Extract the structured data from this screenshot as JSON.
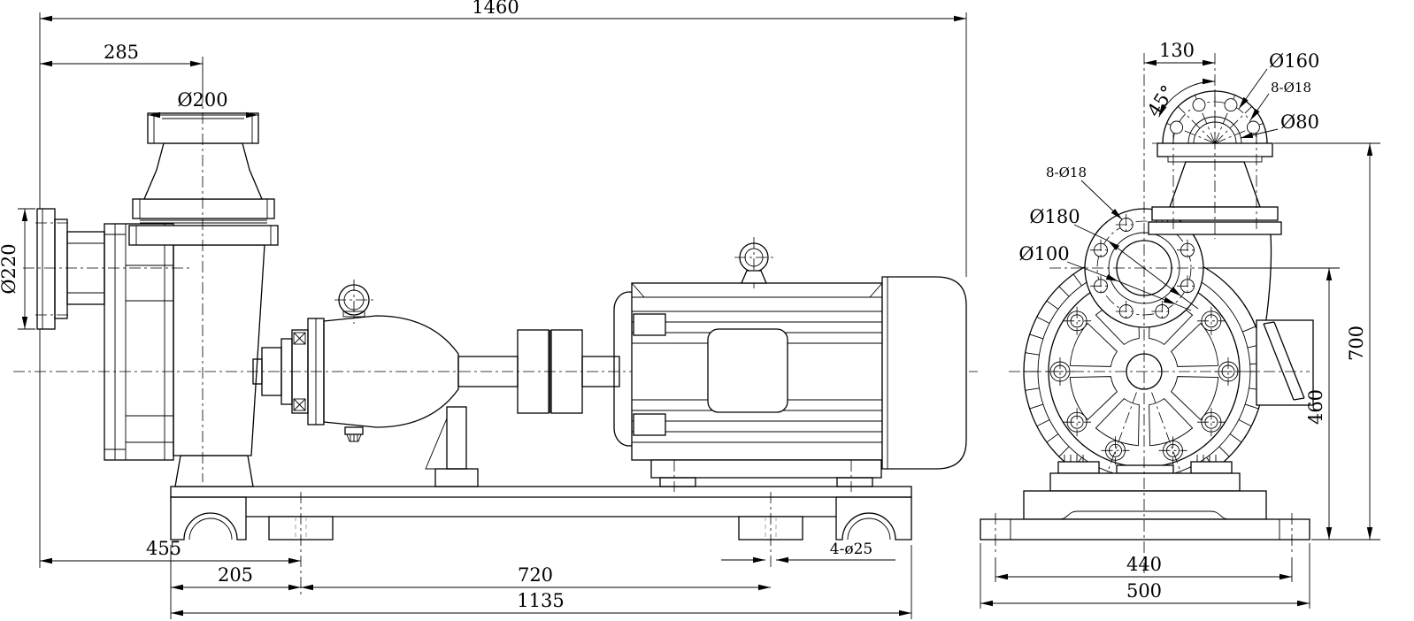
{
  "drawing": {
    "kind": "pump-outline-dimensional-drawing",
    "line_color": "#000000",
    "background_color": "#ffffff",
    "side_view": {
      "overall_length": "1460",
      "flange_to_discharge": "285",
      "discharge_flange_dia": "Ø200",
      "suction_flange_dia": "Ø220",
      "flange_to_anchor": "455",
      "base_edge_to_anchor": "205",
      "anchor_spacing": "720",
      "base_length": "1135",
      "anchor_holes": "4-ø25"
    },
    "end_view": {
      "discharge_offset": "130",
      "hole_angle": "45°",
      "discharge_bolt_circle": "Ø160",
      "discharge_holes": "8-Ø18",
      "discharge_bore": "Ø80",
      "suction_holes": "8-Ø18",
      "suction_bolt_circle": "Ø180",
      "suction_bore": "Ø100",
      "overall_height": "700",
      "suction_height": "460",
      "anchor_span": "440",
      "base_width": "500"
    }
  }
}
